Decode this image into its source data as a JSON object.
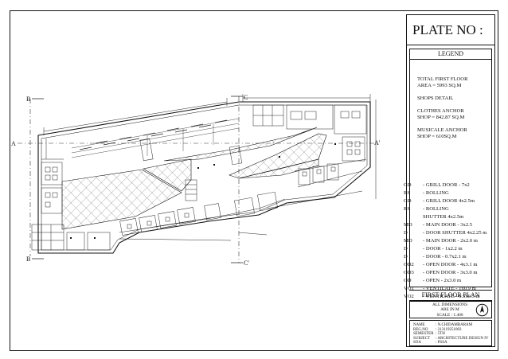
{
  "plate": {
    "title": "PLATE NO :"
  },
  "legend": {
    "heading": "LEGEND",
    "area_lines": [
      "TOTAL FIRST FLOOR",
      "AREA = 5993 SQ.M"
    ],
    "shops_heading": "SHOPS DETAIL",
    "clothes_lines": [
      "CLOTHES ANCHOR",
      "SHOP = 842.87 SQ.M"
    ],
    "music_lines": [
      "MUSICALE ANCHOR",
      "SHOP = 610SQ.M"
    ],
    "abbreviations": [
      {
        "code": "GD",
        "desc": "- GRILL DOOR - 7x2"
      },
      {
        "code": "RS",
        "desc": "- ROLLING"
      },
      {
        "code": "GD",
        "desc": "- GRILL DOOR 4x2.5m"
      },
      {
        "code": "RS",
        "desc": "- ROLLING"
      },
      {
        "code": "",
        "desc": "SHUTTER 4x2.5m"
      },
      {
        "code": "MD",
        "desc": "- MAIN DOOR - 3x2.5"
      },
      {
        "code": "D",
        "desc": "- DOOR SHUTTER 4x2.25 m"
      },
      {
        "code": "MD",
        "desc": "- MAIN DOOR - 2x2.0 m"
      },
      {
        "code": "D",
        "desc": "- DOOR - 1x2.2 m"
      },
      {
        "code": "D",
        "desc": "- DOOR - 0.7x2.1 m"
      },
      {
        "code": "OD2",
        "desc": "- OPEN DOOR - 4x3.1 m"
      },
      {
        "code": "OD3",
        "desc": "- OPEN DOOR - 3x3.0 m"
      },
      {
        "code": "OD",
        "desc": "- OPEN - 2x3.0 m"
      },
      {
        "code": "VO1",
        "desc": "- VENTILATE - 1x0.9 m"
      },
      {
        "code": "VO2",
        "desc": "- VENTILATE - 0.5x0.5 m"
      }
    ]
  },
  "plan_title": "FIRST FLOOR PLAN",
  "dimensions_note": [
    "ALL DIMENSIONS",
    "ARE IN M",
    "SCALE : 1:400"
  ],
  "north_icon": "north-arrow-icon",
  "info": [
    {
      "key": "NAME",
      "value": ": N.CHIDAMBARAM"
    },
    {
      "key": "REG.NO",
      "value": ": 213119251003"
    },
    {
      "key": "SEMESTER",
      "value": ": 5TH"
    },
    {
      "key": "SUBJECT",
      "value": ": ARCHITECTURE DESIGN IV"
    },
    {
      "key": "SOA",
      "value": ": PSSA"
    }
  ],
  "section_marks": {
    "b_left_top": "B",
    "b_left_bottom": "B",
    "a_left": "A",
    "a_right": "A'",
    "c_top": "C",
    "c_bottom": "C'"
  }
}
